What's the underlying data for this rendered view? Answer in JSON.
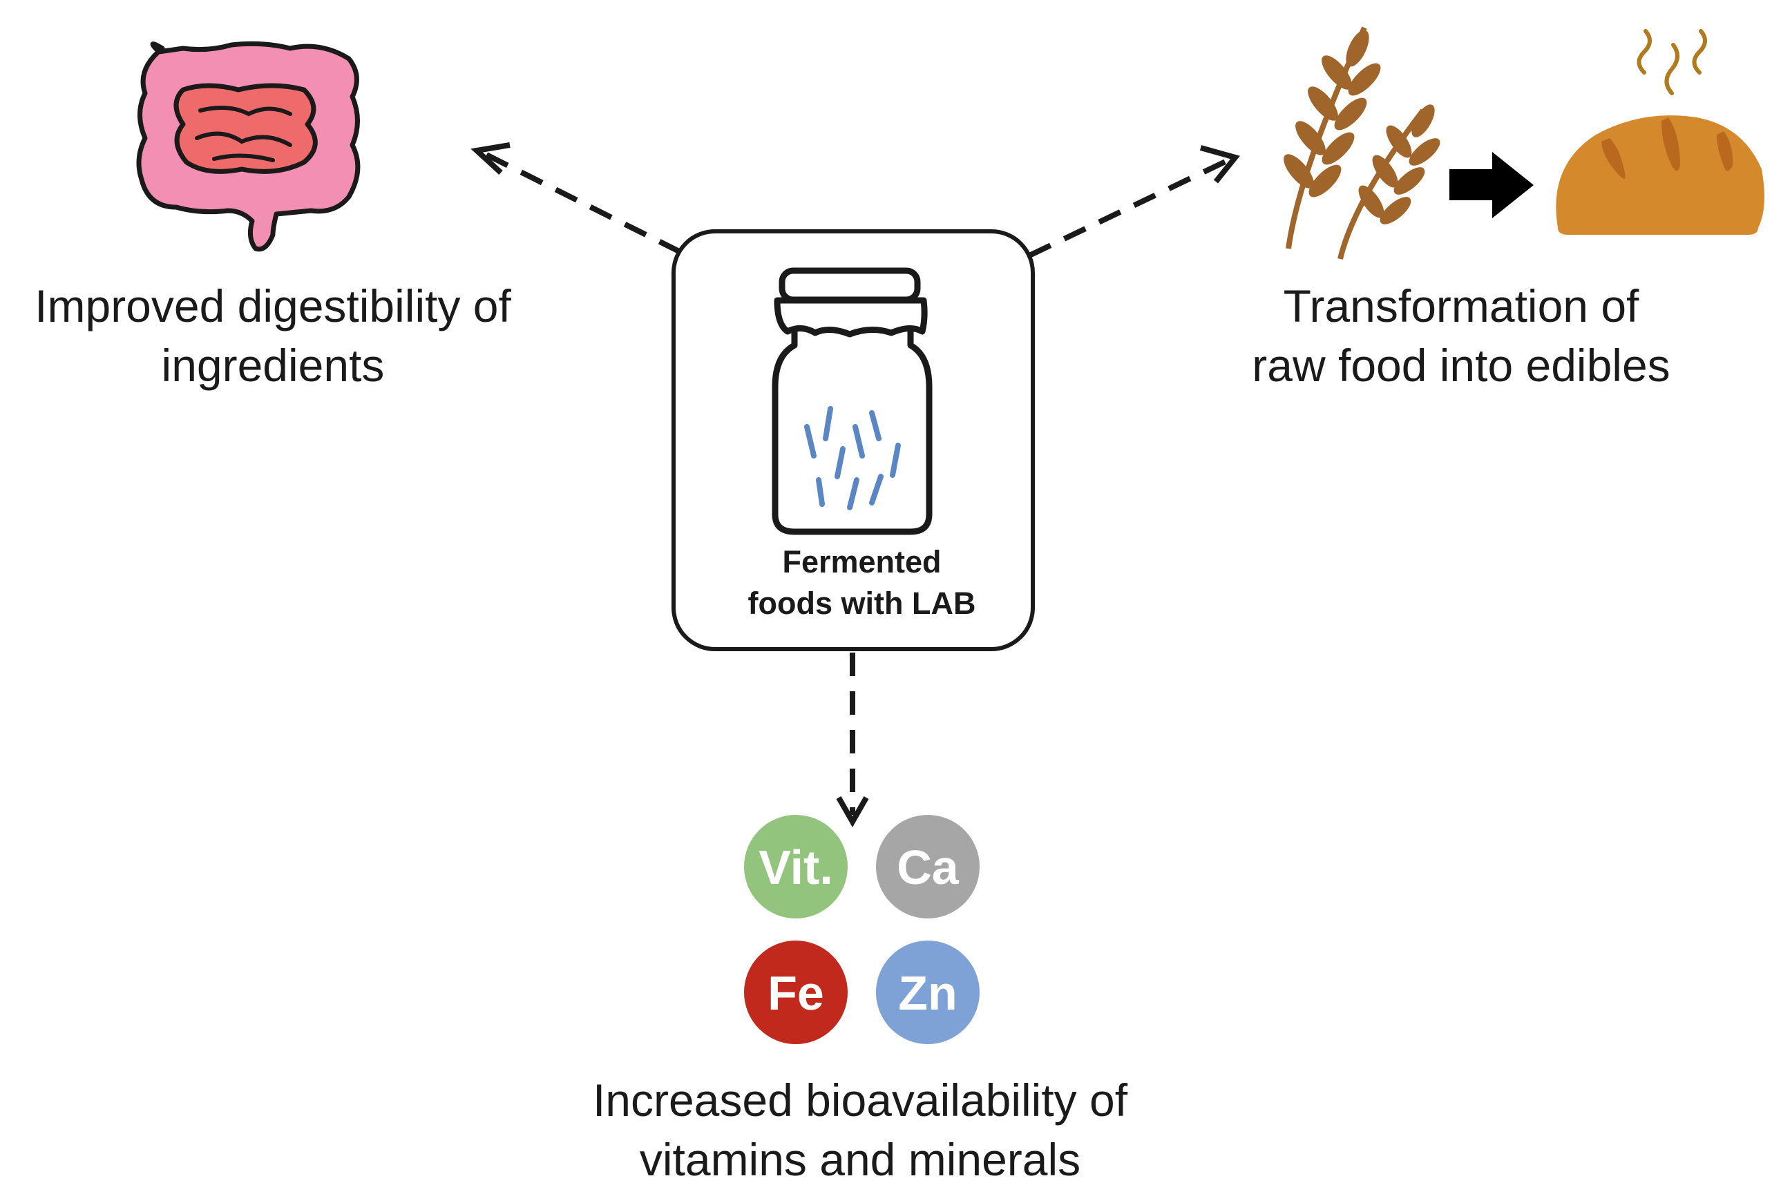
{
  "center": {
    "line1": "Fermented",
    "line2": "foods with LAB"
  },
  "outcomes": {
    "digestibility": {
      "line1": "Improved digestibility of",
      "line2": "ingredients"
    },
    "transformation": {
      "line1": "Transformation of",
      "line2": "raw food into edibles"
    },
    "bioavailability": {
      "line1": "Increased bioavailability of",
      "line2": "vitamins and minerals"
    }
  },
  "nutrients": [
    {
      "label": "Vit.",
      "color": "#93c47d"
    },
    {
      "label": "Ca",
      "color": "#a6a6a6"
    },
    {
      "label": "Fe",
      "color": "#c0291b"
    },
    {
      "label": "Zn",
      "color": "#7fa2d6"
    }
  ],
  "icons": {
    "intestine": "intestine-icon",
    "jar": "fermentation-jar-icon",
    "wheat": "wheat-icon",
    "bread": "bread-icon",
    "arrow": "right-arrow-icon"
  },
  "colors": {
    "intestine_outer": "#f28fb2",
    "intestine_inner": "#ef6a6a",
    "wheat": "#a0652b",
    "bread": "#d48a2c",
    "bacteria": "#5b86c4",
    "outline": "#1a1a1a"
  }
}
